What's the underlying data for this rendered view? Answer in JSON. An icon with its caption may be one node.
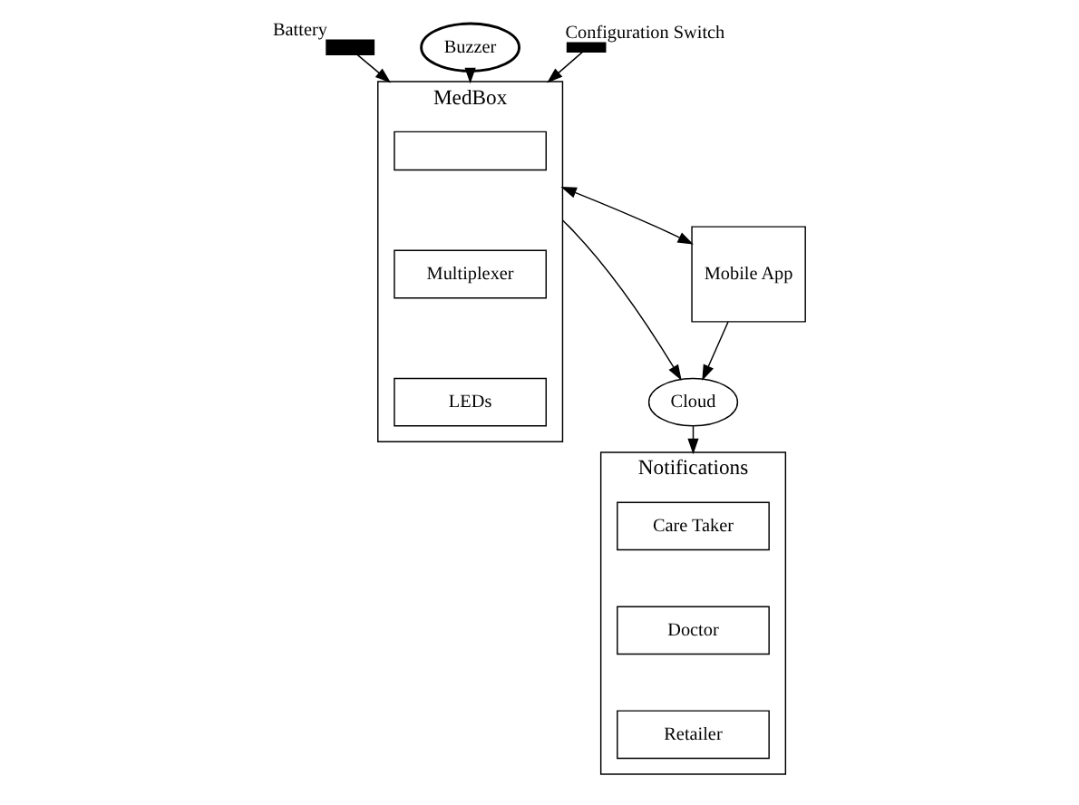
{
  "diagram": {
    "nodes": [
      {
        "text": [
          "MedBox"
        ]
      },
      {
        "text": [],
        "shape": "box",
        "in": 0
      },
      {
        "text": [
          "Multiplexer"
        ],
        "in": 0
      },
      {
        "text": [
          "LEDs"
        ],
        "in": 0
      },
      {
        "text": [
          "Cloud"
        ]
      },
      {
        "text": [
          "Notifications"
        ]
      },
      {
        "text": [
          "Care Taker"
        ],
        "in": 5
      },
      {
        "text": [
          "Doctor"
        ],
        "in": 5
      },
      {
        "text": [
          "Retailer"
        ],
        "in": 5
      },
      {
        "text": [],
        "shape": "battery",
        "beside": [
          "Battery"
        ]
      },
      {
        "text": [
          "Buzzer"
        ]
      },
      {
        "text": [],
        "shape": "switch",
        "beside": [
          "Configuration Switch"
        ]
      },
      {
        "text": [
          "Mobile App"
        ]
      }
    ],
    "edges": [
      {
        "from": 0,
        "to": 4,
        "arrow": "to"
      },
      {
        "from": 4,
        "to": 5,
        "arrow": "to"
      },
      {
        "from": 12,
        "to": 4,
        "arrow": "to"
      },
      {
        "from": 0,
        "to": 12,
        "arrow": "both"
      },
      {
        "from": 10,
        "to": 0,
        "arrow": "to"
      },
      {
        "from": 9,
        "to": 0,
        "arrow": "to"
      },
      {
        "from": 11,
        "to": 0,
        "arrow": "to"
      }
    ]
  }
}
